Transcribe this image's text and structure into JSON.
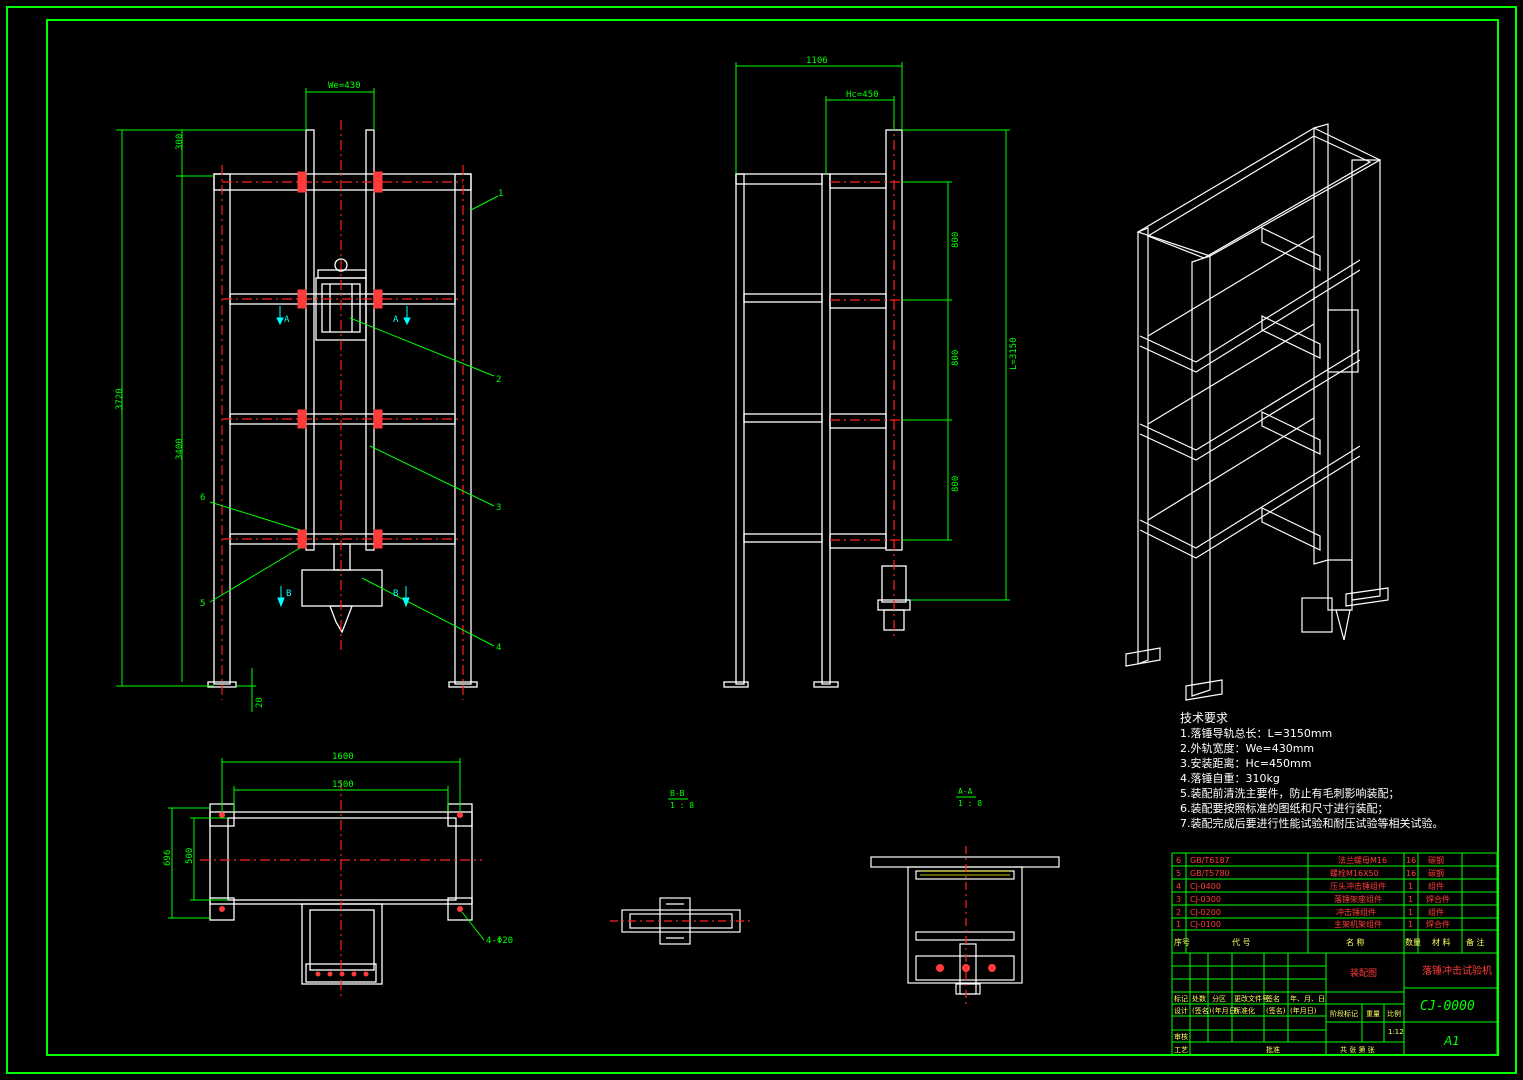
{
  "colors": {
    "background": "#000000",
    "border": "#00ff00",
    "outline": "#ffffff",
    "dimension": "#00ff00",
    "centerline": "#ff2020",
    "hidden": "#ff3030",
    "title_text": "#00ff00",
    "table_text": "#ff3b3b",
    "note_text": "#ffffff"
  },
  "front_view": {
    "dims": {
      "width_top": "We=430",
      "top_gap": "300",
      "overall_height": "3720",
      "inner_height": "3400",
      "foot": "20"
    },
    "section_marks": {
      "a": "A",
      "b": "B"
    },
    "balloons": [
      "1",
      "2",
      "3",
      "4",
      "5",
      "6"
    ]
  },
  "side_view": {
    "dims": {
      "overall_width": "1106",
      "hc": "Hc=450",
      "pitch_1": "800",
      "pitch_2": "800",
      "pitch_3": "800",
      "rail_length": "L=3150"
    }
  },
  "top_view": {
    "dims": {
      "outer": "1600",
      "inner": "1500",
      "outer_depth": "696",
      "inner_depth": "500",
      "holes": "4-Φ20"
    }
  },
  "section_bb": {
    "label": "B-B",
    "scale": "1 : 8"
  },
  "section_aa": {
    "label": "A-A",
    "scale": "1 : 8"
  },
  "notes": {
    "heading": "技术要求",
    "lines": [
      "1.落锤导轨总长：L=3150mm",
      "2.外轨宽度：We=430mm",
      "3.安装距离：Hc=450mm",
      "4.落锤自重：310kg",
      "5.装配前清洗主要件，防止有毛刺影响装配；",
      "6.装配要按照标准的图纸和尺寸进行装配；",
      "7.装配完成后要进行性能试验和耐压试验等相关试验。"
    ]
  },
  "bom": {
    "rows": [
      {
        "no": "6",
        "code": "GB/T6187",
        "name": "法兰螺母M16",
        "qty": "16",
        "mat": "碳钢",
        "note": ""
      },
      {
        "no": "5",
        "code": "GB/T5780",
        "name": "螺栓M16X50",
        "qty": "16",
        "mat": "碳钢",
        "note": ""
      },
      {
        "no": "4",
        "code": "CJ-0400",
        "name": "压头冲击锤组件",
        "qty": "1",
        "mat": "组件",
        "note": ""
      },
      {
        "no": "3",
        "code": "CJ-0300",
        "name": "落锤架座组件",
        "qty": "1",
        "mat": "焊合件",
        "note": ""
      },
      {
        "no": "2",
        "code": "CJ-0200",
        "name": "冲击锤组件",
        "qty": "1",
        "mat": "组件",
        "note": ""
      },
      {
        "no": "1",
        "code": "CJ-0100",
        "name": "主架机架组件",
        "qty": "1",
        "mat": "焊合件",
        "note": ""
      }
    ],
    "header": {
      "no": "序号",
      "code": "代 号",
      "name": "名 称",
      "qty": "数量",
      "mat": "材 料",
      "note": "备 注"
    }
  },
  "title_block": {
    "drawing_type": "装配图",
    "title": "落锤冲击试验机",
    "drawing_no": "CJ-0000",
    "sheet_size": "A1",
    "scale": "1:12",
    "row_mark": [
      "标记",
      "处数",
      "分区",
      "更改文件号",
      "签名",
      "年、月、日"
    ],
    "row_design": [
      "设计",
      "(签名)",
      "(年月日)",
      "标准化",
      "(签名)",
      "(年月日)"
    ],
    "stage": "阶段标记",
    "weight": "重量",
    "ratio": "比例",
    "review": "审核",
    "process": "工艺",
    "approve": "批准",
    "sheets": "共  张  第  张"
  }
}
